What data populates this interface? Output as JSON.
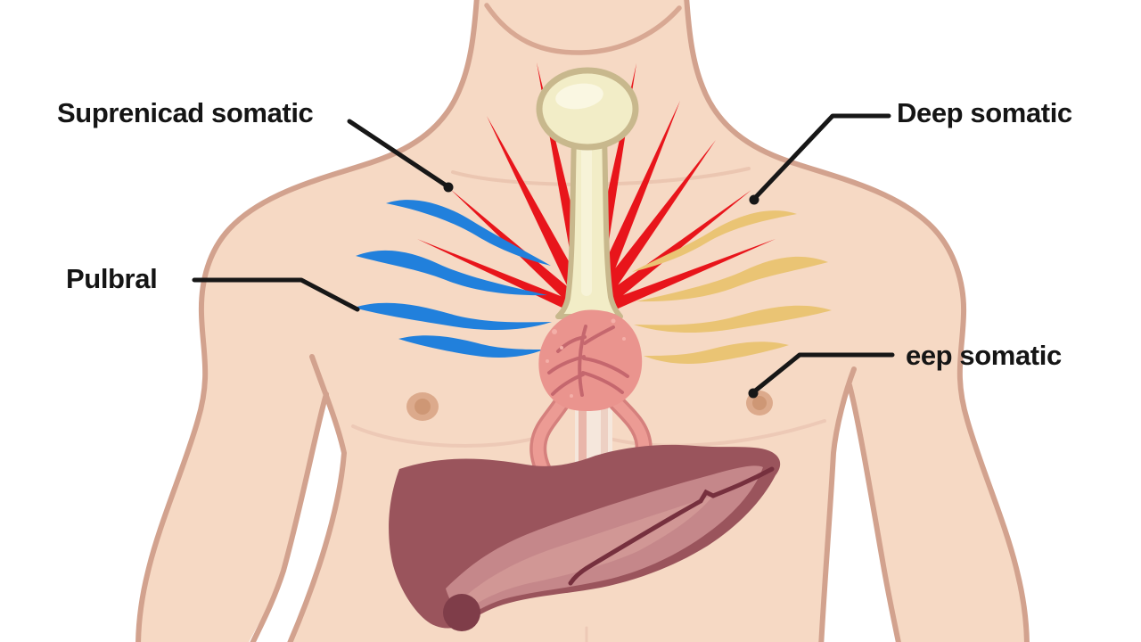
{
  "diagram": {
    "type": "anatomical-illustration",
    "subject": "human torso (chest) with sternum, nerve fibers, heart and liver",
    "labels": [
      {
        "id": "label-suprenicad-somatic",
        "text": "Suprenicad somatic"
      },
      {
        "id": "label-deep-somatic",
        "text": "Deep somatic"
      },
      {
        "id": "label-pulbral",
        "text": "Pulbral"
      },
      {
        "id": "label-eep-somatic",
        "text": "eep somatic"
      }
    ],
    "parts": [
      "torso-silhouette",
      "sternum-bone",
      "red-nerve-fibers",
      "blue-nerve-fibers",
      "yellow-nerve-fibers",
      "heart",
      "great-vessels",
      "esophagus-band",
      "liver",
      "left-nipple",
      "right-nipple"
    ],
    "colors": {
      "background": "#ffffff",
      "skin": "#f6d9c4",
      "skin_outline": "#d2a28e",
      "skin_crease": "#eac2b0",
      "bone_fill": "#f2edc7",
      "bone_outline": "#c8b88d",
      "nerve_red": "#e8151b",
      "nerve_blue": "#2180dc",
      "nerve_yellow": "#eac474",
      "heart": "#ea948e",
      "heart_vein": "#c2636b",
      "vessel": "#ec9b94",
      "liver_dark": "#9a545c",
      "liver_inner": "#c5878a",
      "liver_light": "#d29a97",
      "liver_fissure": "#76303e",
      "label_text": "#151515",
      "leader_line": "#171717"
    }
  }
}
